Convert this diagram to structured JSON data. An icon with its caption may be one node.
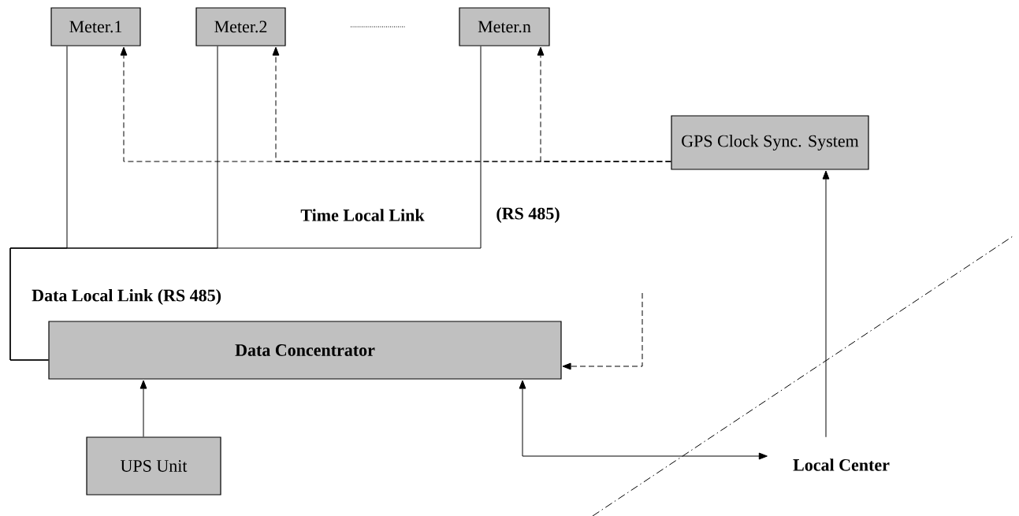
{
  "diagram": {
    "nodes": [
      {
        "text": [
          "Meter.1"
        ]
      },
      {
        "text": [
          "Meter.2"
        ]
      },
      {
        "text": [
          "Meter.n"
        ]
      },
      {
        "text": [
          "GPS Clock Sync. System"
        ]
      },
      {
        "text": [
          "Data Concentrator"
        ]
      },
      {
        "text": [
          "UPS Unit"
        ]
      },
      {
        "text": [
          "Local Center"
        ]
      }
    ],
    "edges": [
      {
        "from": 3,
        "to": 0,
        "arrow": "to",
        "style": "dashed"
      },
      {
        "from": 3,
        "to": 1,
        "arrow": "to",
        "style": "dashed"
      },
      {
        "from": 3,
        "to": 2,
        "arrow": "to",
        "style": "dashed"
      },
      {
        "from": null,
        "to": 4,
        "arrow": "to",
        "style": "dashed"
      },
      {
        "from": 0,
        "to": 4,
        "arrow": "none"
      },
      {
        "from": 1,
        "to": 4,
        "arrow": "none"
      },
      {
        "from": 2,
        "to": 4,
        "arrow": "none"
      },
      {
        "from": 5,
        "to": 4,
        "arrow": "to"
      },
      {
        "from": 4,
        "to": 6,
        "arrow": "both"
      },
      {
        "from": 6,
        "to": 3,
        "arrow": "to"
      }
    ],
    "labels": [
      "Time Local Link",
      "(RS 485)",
      "Data  Local  Link (RS 485)"
    ]
  }
}
